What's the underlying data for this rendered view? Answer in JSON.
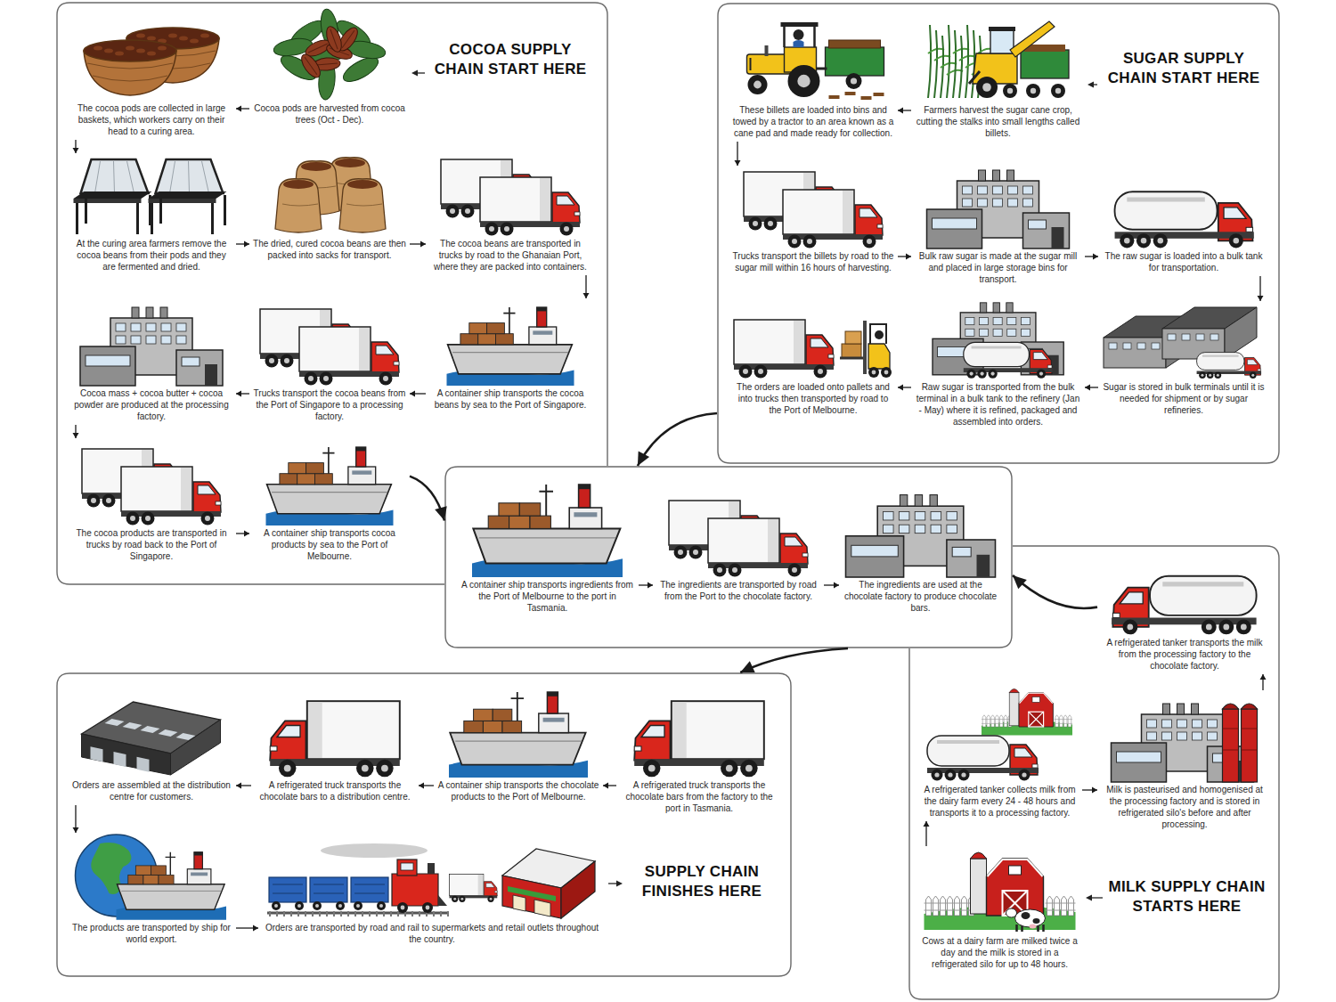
{
  "diagram": {
    "nodes": [
      {
        "text": [
          "COCOA SUPPLY CHAIN START HERE"
        ]
      },
      {
        "text": [
          "Cocoa pods are harvested from cocoa trees (Oct - Dec)."
        ],
        "in": 0
      },
      {
        "text": [
          "The cocoa pods are collected in large baskets, which workers carry on their head to a curing area."
        ],
        "in": 0
      },
      {
        "text": [
          "At the curing area farmers remove the cocoa beans from their pods and they are fermented and dried."
        ],
        "in": 0
      },
      {
        "text": [
          "The dried, cured cocoa beans are then packed into sacks for transport."
        ],
        "in": 0
      },
      {
        "text": [
          "The cocoa beans are transported in trucks by road to the Ghanaian Port, where they are packed into containers."
        ],
        "in": 0
      },
      {
        "text": [
          "A container ship transports the cocoa beans by sea to the Port of Singapore."
        ],
        "in": 0
      },
      {
        "text": [
          "Trucks transport the cocoa beans from the Port of Singapore to a processing factory."
        ],
        "in": 0
      },
      {
        "text": [
          "Cocoa mass + cocoa butter + cocoa powder are produced at the processing factory."
        ],
        "in": 0
      },
      {
        "text": [
          "The cocoa products are transported in trucks by road back to the Port of Singapore."
        ],
        "in": 0
      },
      {
        "text": [
          "A container ship transports cocoa products by sea to the Port of Melbourne."
        ],
        "in": 0
      },
      {
        "text": [
          "SUGAR SUPPLY CHAIN START HERE"
        ]
      },
      {
        "text": [
          "Farmers harvest the sugar cane crop, cutting the stalks into small lengths called billets."
        ],
        "in": 11
      },
      {
        "text": [
          "These billets are loaded into bins and towed by a tractor to an area known as a cane pad and made ready for collection."
        ],
        "in": 11
      },
      {
        "text": [
          "Trucks transport the billets by road to the sugar mill within 16 hours of harvesting."
        ],
        "in": 11
      },
      {
        "text": [
          "Bulk raw sugar is made at the sugar mill and placed in large storage bins for transport."
        ],
        "in": 11
      },
      {
        "text": [
          "The raw sugar is loaded into a bulk tank for transportation."
        ],
        "in": 11
      },
      {
        "text": [
          "Sugar is stored in bulk terminals until it is needed for shipment or by sugar refineries."
        ],
        "in": 11
      },
      {
        "text": [
          "Raw sugar is transported from the bulk terminal in a bulk tank to the refinery (Jan - May) where it is refined, packaged and assembled into orders."
        ],
        "in": 11
      },
      {
        "text": [
          "The orders are loaded onto pallets and into trucks then transported by road to the Port of Melbourne."
        ],
        "in": 11
      },
      {
        "text": []
      },
      {
        "text": [
          "A container ship transports ingredients from the Port of Melbourne to the port in Tasmania."
        ],
        "in": 20
      },
      {
        "text": [
          "The ingredients are transported by road from the Port to the chocolate factory."
        ],
        "in": 20
      },
      {
        "text": [
          "The ingredients are used at the chocolate factory to produce chocolate bars."
        ],
        "in": 20
      },
      {
        "text": [
          "MILK SUPPLY CHAIN STARTS HERE"
        ]
      },
      {
        "text": [
          "Cows at a dairy farm are milked twice a day and the milk is stored in a refrigerated silo for up to 48 hours."
        ],
        "in": 24
      },
      {
        "text": [
          "A refrigerated tanker collects milk from the dairy farm every 24 - 48 hours and transports it to a processing factory."
        ],
        "in": 24
      },
      {
        "text": [
          "Milk is pasteurised and homogenised at the processing factory and is stored in refrigerated silo's before and after processing."
        ],
        "in": 24
      },
      {
        "text": [
          "A refrigerated tanker transports the milk from the processing factory to the chocolate factory."
        ],
        "in": 24
      },
      {
        "text": [
          "SUPPLY CHAIN FINISHES HERE"
        ]
      },
      {
        "text": [
          "A refrigerated truck transports the chocolate bars from the factory to the port in Tasmania."
        ],
        "in": 29
      },
      {
        "text": [
          "A container ship transports the chocolate products to the Port of Melbourne."
        ],
        "in": 29
      },
      {
        "text": [
          "A refrigerated truck transports the chocolate bars to a distribution centre."
        ],
        "in": 29
      },
      {
        "text": [
          "Orders are assembled at the distribution centre for customers."
        ],
        "in": 29
      },
      {
        "text": [
          "The products are transported by ship for world export."
        ],
        "in": 29
      },
      {
        "text": [
          "Orders are transported by road and rail to supermarkets and retail outlets throughout the country."
        ],
        "in": 29
      }
    ],
    "edges": [
      {
        "from": 1,
        "to": 2,
        "arrow": "to"
      },
      {
        "from": 2,
        "to": 3,
        "arrow": "to"
      },
      {
        "from": 3,
        "to": 4,
        "arrow": "to"
      },
      {
        "from": 4,
        "to": 5,
        "arrow": "to"
      },
      {
        "from": 5,
        "to": 6,
        "arrow": "to"
      },
      {
        "from": 6,
        "to": 7,
        "arrow": "to"
      },
      {
        "from": 7,
        "to": 8,
        "arrow": "to"
      },
      {
        "from": 8,
        "to": 9,
        "arrow": "to"
      },
      {
        "from": 9,
        "to": 10,
        "arrow": "to"
      },
      {
        "from": 10,
        "to": 20,
        "arrow": "to"
      },
      {
        "from": 12,
        "to": 13,
        "arrow": "to"
      },
      {
        "from": 13,
        "to": 14,
        "arrow": "to"
      },
      {
        "from": 14,
        "to": 15,
        "arrow": "to"
      },
      {
        "from": 15,
        "to": 16,
        "arrow": "to"
      },
      {
        "from": 16,
        "to": 17,
        "arrow": "to"
      },
      {
        "from": 17,
        "to": 18,
        "arrow": "to"
      },
      {
        "from": 18,
        "to": 19,
        "arrow": "to"
      },
      {
        "from": 11,
        "to": 20,
        "arrow": "to"
      },
      {
        "from": 21,
        "to": 22,
        "arrow": "to"
      },
      {
        "from": 22,
        "to": 23,
        "arrow": "to"
      },
      {
        "from": 25,
        "to": 26,
        "arrow": "to"
      },
      {
        "from": 26,
        "to": 27,
        "arrow": "to"
      },
      {
        "from": 27,
        "to": 28,
        "arrow": "to"
      },
      {
        "from": 28,
        "to": 20,
        "arrow": "to"
      },
      {
        "from": 20,
        "to": 29,
        "arrow": "to"
      },
      {
        "from": 30,
        "to": 31,
        "arrow": "to"
      },
      {
        "from": 31,
        "to": 32,
        "arrow": "to"
      },
      {
        "from": 32,
        "to": 33,
        "arrow": "to"
      },
      {
        "from": 33,
        "to": 34,
        "arrow": "to"
      },
      {
        "from": 34,
        "to": 35,
        "arrow": "to"
      }
    ]
  }
}
